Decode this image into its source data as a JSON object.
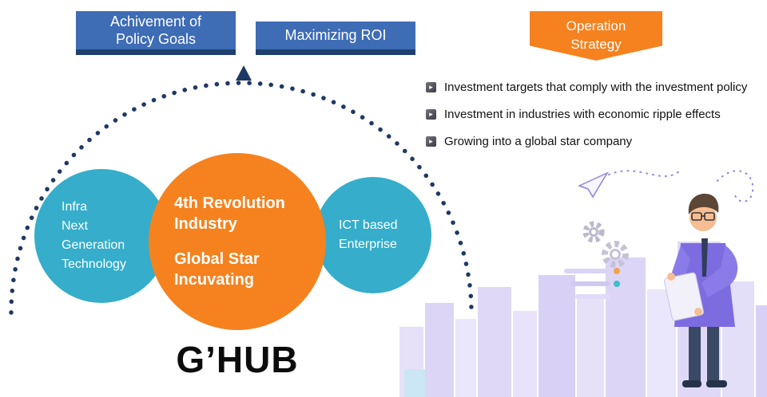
{
  "banners": {
    "policy": {
      "line1": "Achivement of",
      "line2": "Policy Goals"
    },
    "roi": {
      "label": "Maximizing ROI"
    },
    "operation": {
      "line1": "Operation",
      "line2": "Strategy"
    }
  },
  "bullets": [
    "Investment targets that comply with the investment policy",
    "Investment in industries with economic ripple effects",
    "Growing into a global star company"
  ],
  "circles": {
    "left": {
      "lines": [
        "Infra",
        "Next",
        "Generation",
        "Technology"
      ]
    },
    "center": {
      "line1": "4th Revolution",
      "line2": "Industry",
      "line3": "Global Star",
      "line4": "Incuvating"
    },
    "right": {
      "lines": [
        "ICT based",
        "Enterprise"
      ]
    }
  },
  "brand": "G’HUB",
  "icons": {
    "bullet_arrow": "▸"
  },
  "colors": {
    "banner_blue": "#3E6CB5",
    "banner_blue_dark": "#1F3F6E",
    "accent_orange": "#F5821F",
    "circle_cyan": "#35ADCB",
    "arc_navy": "#1F3864",
    "illustration_purple": "#7D6CE0"
  }
}
